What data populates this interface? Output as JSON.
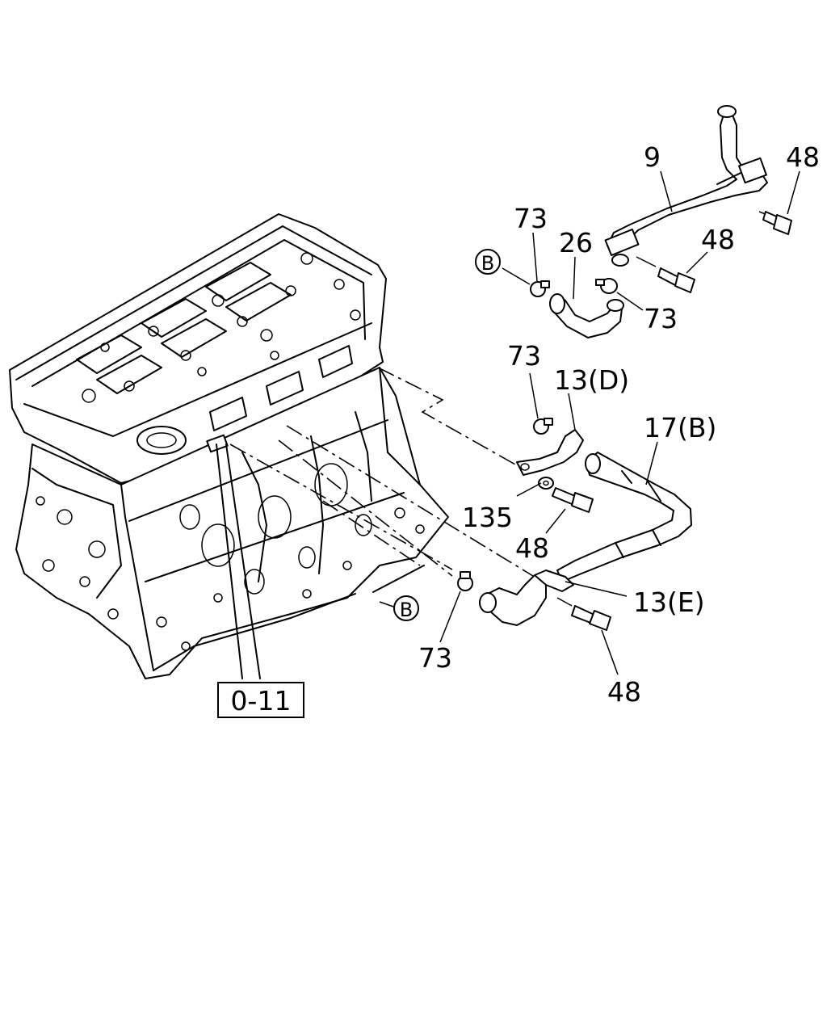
{
  "callouts": {
    "p9": "9",
    "p48_top": "48",
    "p73_top": "73",
    "p26": "26",
    "p48_mid": "48",
    "pB_top": "B",
    "p73_right": "73",
    "p73_mid": "73",
    "p13d": "13(D)",
    "p17b": "17(B)",
    "p135": "135",
    "p48_lower": "48",
    "p13e": "13(E)",
    "pB_bottom": "B",
    "p73_bottom": "73",
    "p48_bottom": "48",
    "ref_box": "0-11"
  }
}
